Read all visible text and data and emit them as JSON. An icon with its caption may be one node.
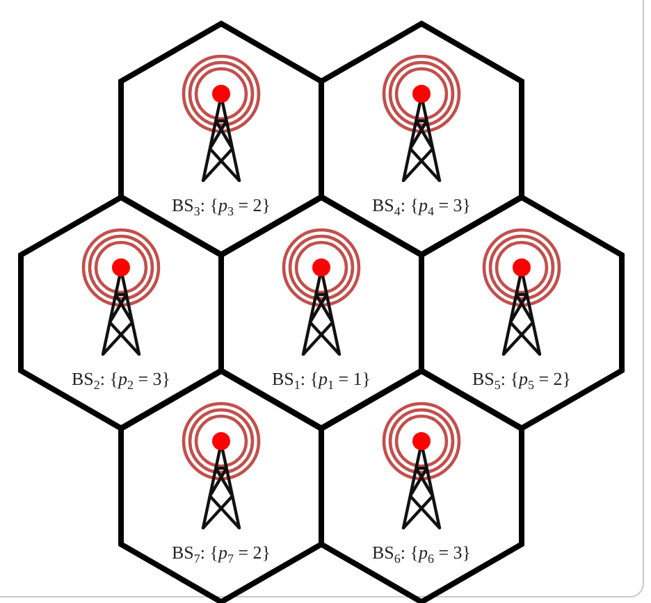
{
  "diagram": {
    "nodes": [
      {
        "text": [
          "BS$_{3}$: {*p*$_{3}$ = 2}"
        ]
      },
      {
        "text": [
          "BS$_{4}$: {*p*$_{4}$ = 3}"
        ]
      },
      {
        "text": [
          "BS$_{2}$: {*p*$_{2}$ = 3}"
        ]
      },
      {
        "text": [
          "BS$_{1}$: {*p*$_{1}$ = 1}"
        ]
      },
      {
        "text": [
          "BS$_{5}$: {*p*$_{5}$ = 2}"
        ]
      },
      {
        "text": [
          "BS$_{7}$: {*p*$_{7}$ = 2}"
        ]
      },
      {
        "text": [
          "BS$_{6}$: {*p*$_{6}$ = 3}"
        ]
      }
    ]
  }
}
